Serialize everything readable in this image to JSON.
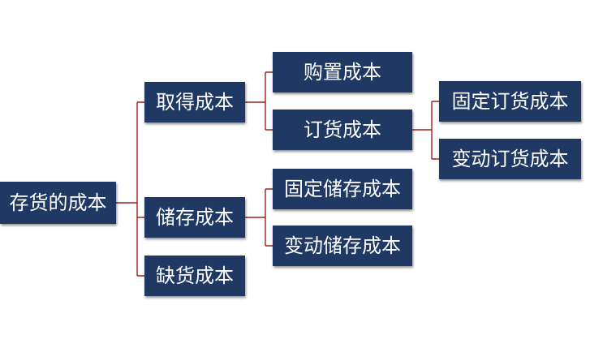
{
  "tree": {
    "root": "存货的成本",
    "level1": {
      "acquisition": "取得成本",
      "storage": "储存成本",
      "shortage": "缺货成本"
    },
    "level2": {
      "purchase": "购置成本",
      "ordering": "订货成本",
      "fixed_storage": "固定储存成本",
      "variable_storage": "变动储存成本"
    },
    "level3": {
      "fixed_ordering": "固定订货成本",
      "variable_ordering": "变动订货成本"
    }
  },
  "colors": {
    "node_fill": "#1f3864",
    "node_text": "#ffffff",
    "connector": "#a01e1e"
  }
}
